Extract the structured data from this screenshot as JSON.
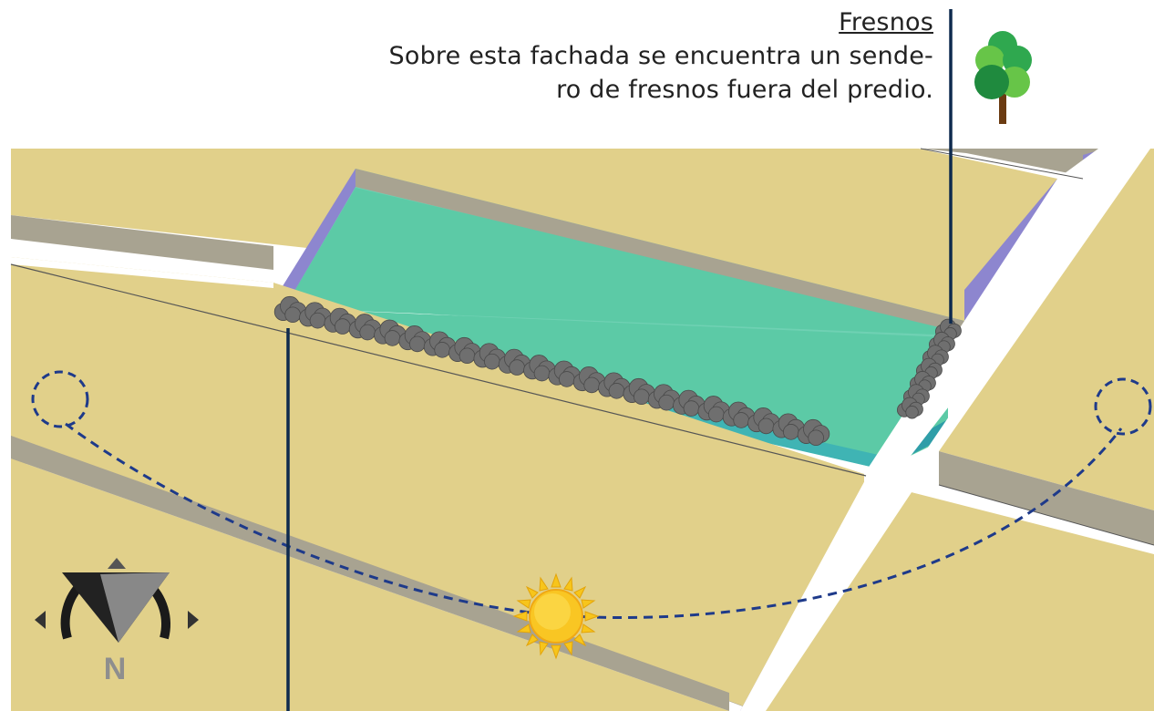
{
  "annotation": {
    "title": "Fresnos",
    "line1": "Sobre esta fachada se encuentra un sende-",
    "line2": "ro de fresnos fuera del predio."
  },
  "compass": {
    "label": "N"
  },
  "icons": {
    "tree": "tree-icon",
    "sun": "sun-icon",
    "compass": "compass-rose-icon"
  },
  "colors": {
    "ground": "#e1d08a",
    "ground_edge": "#a09c8c",
    "building_side": "#8d86cf",
    "lot": "#5ccaa6",
    "lot_edge": "#3fb4b4",
    "leader_line": "#0e2a4e",
    "sun_path": "#1e3a8a",
    "sun": "#f7c51b",
    "tree_canopy": "#2fa84f",
    "tree_trunk": "#6b3b12",
    "tree_row": "#6f6f6f"
  }
}
